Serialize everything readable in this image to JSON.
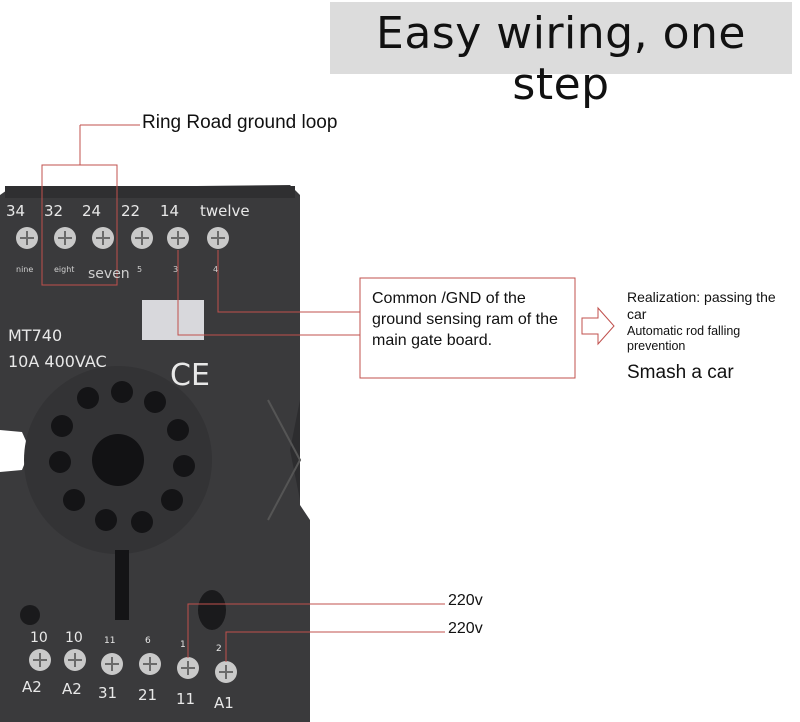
{
  "banner": {
    "title": "Easy wiring, one step"
  },
  "labels": {
    "ring_loop": "Ring Road ground loop",
    "common_gnd": "Common /GND of the ground sensing ram of the main gate board.",
    "realization": "Realization: passing the car",
    "automatic": "Automatic rod falling prevention",
    "smash": "Smash a car",
    "v1": "220v",
    "v2": "220v"
  },
  "relay": {
    "model": "MT740",
    "rating": "10A 400VAC",
    "ce": "CE",
    "top_numbers": [
      "34",
      "32",
      "24",
      "22",
      "14",
      "twelve"
    ],
    "top_small": [
      "nine",
      "eight",
      "seven",
      "5",
      "3",
      "4"
    ],
    "bottom_numbers_top": [
      "10",
      "10",
      "11",
      "6",
      "1",
      "2"
    ],
    "bottom_numbers_bottom": [
      "A2",
      "A2",
      "31",
      "21",
      "11",
      "A1"
    ]
  },
  "colors": {
    "line": "#c0504d",
    "body": "#3a3a3c",
    "banner": "#dcdcdc"
  }
}
